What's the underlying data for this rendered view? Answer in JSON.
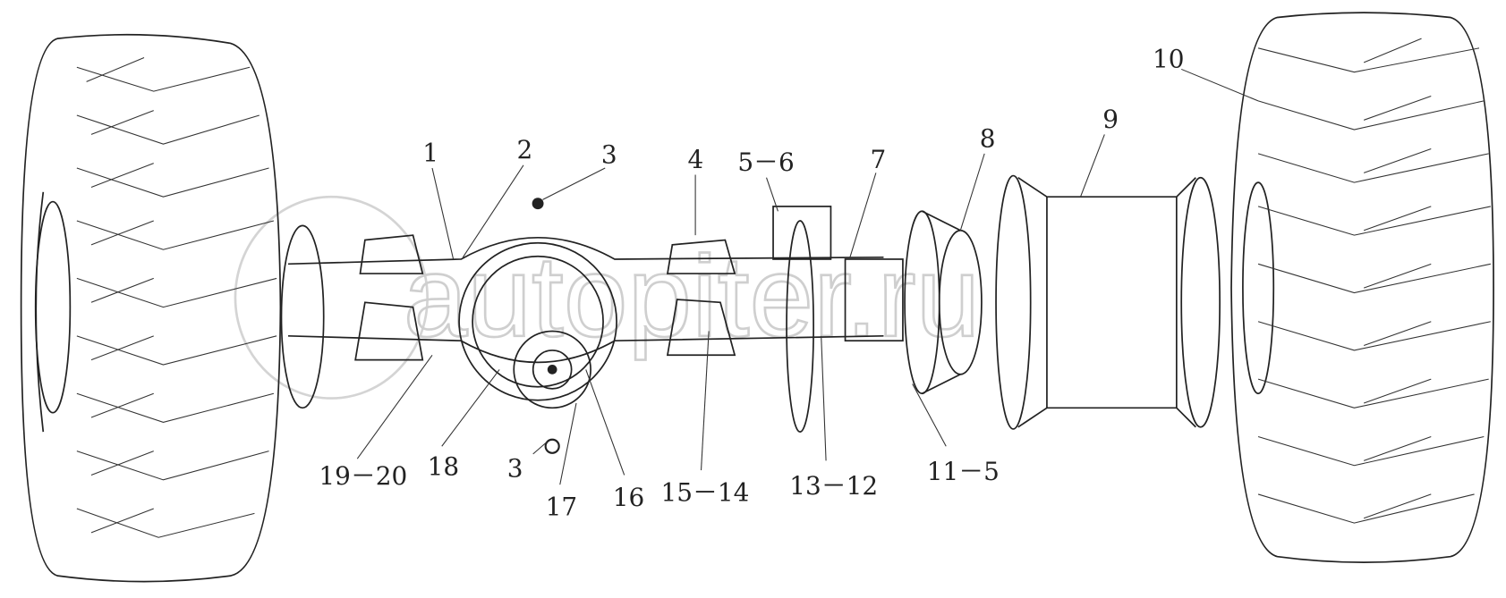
{
  "diagram": {
    "title": "Drive axle assembly exploded view",
    "watermark": "autopiter.ru",
    "callouts": [
      {
        "id": "c1",
        "label": "1"
      },
      {
        "id": "c2",
        "label": "2"
      },
      {
        "id": "c3a",
        "label": "3"
      },
      {
        "id": "c4",
        "label": "4"
      },
      {
        "id": "c5",
        "label": "5－6"
      },
      {
        "id": "c7",
        "label": "7"
      },
      {
        "id": "c8",
        "label": "8"
      },
      {
        "id": "c9",
        "label": "9"
      },
      {
        "id": "c10",
        "label": "10"
      },
      {
        "id": "c19",
        "label": "19－20"
      },
      {
        "id": "c18",
        "label": "18"
      },
      {
        "id": "c3b",
        "label": "3"
      },
      {
        "id": "c17",
        "label": "17"
      },
      {
        "id": "c16",
        "label": "16"
      },
      {
        "id": "c15",
        "label": "15－14"
      },
      {
        "id": "c13",
        "label": "13－12"
      },
      {
        "id": "c11",
        "label": "11－5"
      }
    ]
  }
}
